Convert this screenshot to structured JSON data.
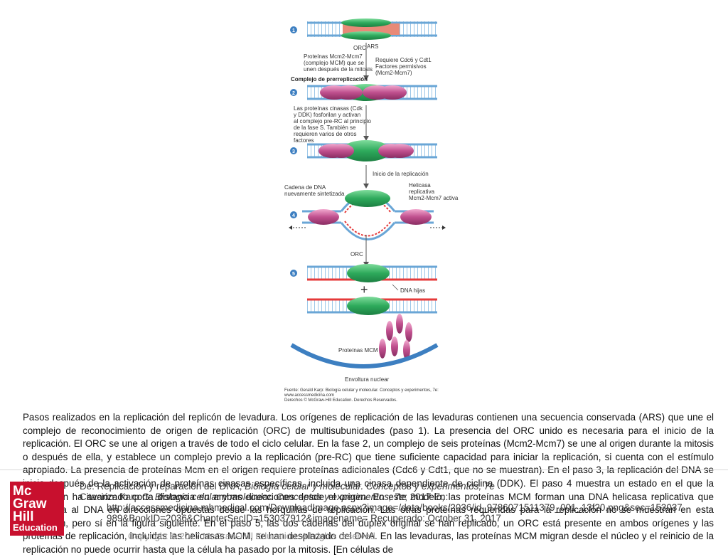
{
  "figure": {
    "steps": [
      "1",
      "2",
      "3",
      "4",
      "5"
    ],
    "labels": {
      "orc": "ORC",
      "ars": "ARS",
      "mcm_proteins": [
        "Proteínas Mcm2-Mcm7",
        "(complejo MCM) que se",
        "unen después de la mitosis"
      ],
      "requires": [
        "Requiere Cdc6 y Cdt1",
        "Factores permisivos",
        "(Mcm2-Mcm7)"
      ],
      "prerep_complex": "Complejo de prerreplicación",
      "kinases": [
        "Las proteínas cinasas (Cdk",
        "y DDK) fosforilan y activan",
        "al complejo pre-RC al principio",
        "de la fase S. También se",
        "requieren varios de otros",
        "factores"
      ],
      "replication_start": "Inicio de la replicación",
      "new_dna": [
        "Cadena de DNA",
        "nuevamente sintetizada"
      ],
      "helicase": [
        "Helicasa",
        "replicativa",
        "Mcm2-Mcm7 activa"
      ],
      "orc2": "ORC",
      "daughter_dna": "DNA hijas",
      "mcm_proteins2": "Proteínas MCM",
      "nuclear_envelope": "Envoltura nuclear",
      "source": [
        "Fuente: Gerald Karp: Biología celular y molecular. Conceptos y experimentos, 7e:",
        "www.accessmedicina.com",
        "Derechos © McGraw-Hill Education. Derechos Reservados."
      ]
    }
  },
  "caption": "Pasos realizados en la replicación del replicón de levadura. Los orígenes de replicación de las levaduras contienen una secuencia conservada (ARS) que une el complejo de reconocimiento de origen de replicación (ORC) de multisubunidades (paso 1). La presencia del ORC unido es necesaria para el inicio de la replicación. El ORC se une al origen a través de todo el ciclo celular. En la fase 2, un complejo de seis proteínas (Mcm2-Mcm7) se une al origen durante la mitosis o después de ella, y establece un complejo previo a la replicación (pre-RC) que tiene suficiente capacidad para iniciar la replicación, si cuenta con el estímulo apropiado. La presencia de proteínas Mcm en el origen requiere proteínas adicionales (Cdc6 y Cdt1, que no se muestran). En el paso 3, la replicación del DNA se inicia después de la activación de proteínas cinasas específicas, incluida una cinasa dependiente de ciclina (DDK). El paso 4 muestra un estado en el que la replicación ha avanzado corta distancia en ambas direcciones desde el origen. En este modelo, las proteínas MCM forman una DNA helicasa replicativa que desenrolla al DNA en direcciones opuestas desde las horquillas de replicación. Las otras proteínas requeridas para la replicación no se muestran en esta ilustración, pero sí en la figura siguiente. En el paso 5, las dos cadenas del dúplex original se han replicado, un ORC está presente en ambos orígenes y las proteínas de replicación, incluidas las helicasas MCM, se han desplazado del DNA. En las levaduras, las proteínas MCM migran desde el núcleo y el reinicio de la replicación no puede ocurrir hasta que la célula ha pasado por la mitosis. [En células de",
  "logo": {
    "lines": [
      "Mc",
      "Graw",
      "Hill"
    ],
    "education": "Education"
  },
  "citation": {
    "from_prefix": "De: Replicación y reparación del DNA, ",
    "from_title": "Biología celular y molecular. Conceptos y experimentos, 7e",
    "cite_prefix": "Citación: Karp G. ",
    "cite_title": "Biología celular y molecular. Conceptos y experimentos, 7e",
    "cite_suffix": "; 2017 En:",
    "url_line1": "http://accessmedicina.mhmedical.com/DownloadImage.aspx?image=/data/books/2036/id_9786071511379_001_13f20.png&sec=153037",
    "url_line2": "989&BookID=2036&ChapterSecID=153037912&imagename= Recuperado: October 31, 2017"
  },
  "copyright": "Copyright © 2017 McGraw-Hill Education. All rights reserved",
  "colors": {
    "dna_blue": "#6aa6d6",
    "orc_green": "#2eaa5c",
    "mcm_pink": "#c0508e",
    "ars_salmon": "#e88a78",
    "logo_red": "#c8102e"
  }
}
